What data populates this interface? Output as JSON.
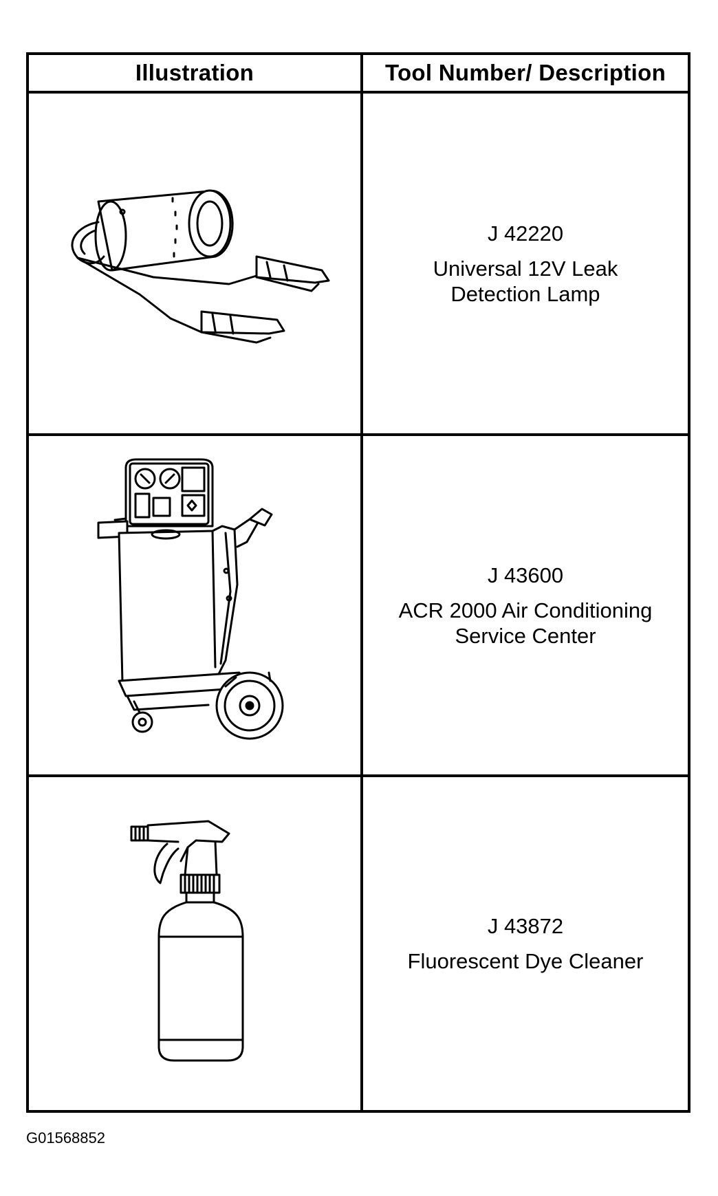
{
  "table": {
    "headers": {
      "illustration": "Illustration",
      "description": "Tool Number/ Description"
    },
    "rows": [
      {
        "illustration_icon": "leak-detection-lamp-icon",
        "tool_number": "J 42220",
        "description_line1": "Universal 12V Leak",
        "description_line2": "Detection Lamp"
      },
      {
        "illustration_icon": "ac-service-center-icon",
        "tool_number": "J 43600",
        "description_line1": "ACR 2000 Air Conditioning",
        "description_line2": "Service Center"
      },
      {
        "illustration_icon": "spray-bottle-icon",
        "tool_number": "J 43872",
        "description_line1": "Fluorescent Dye Cleaner",
        "description_line2": ""
      }
    ]
  },
  "figure_id": "G01568852"
}
